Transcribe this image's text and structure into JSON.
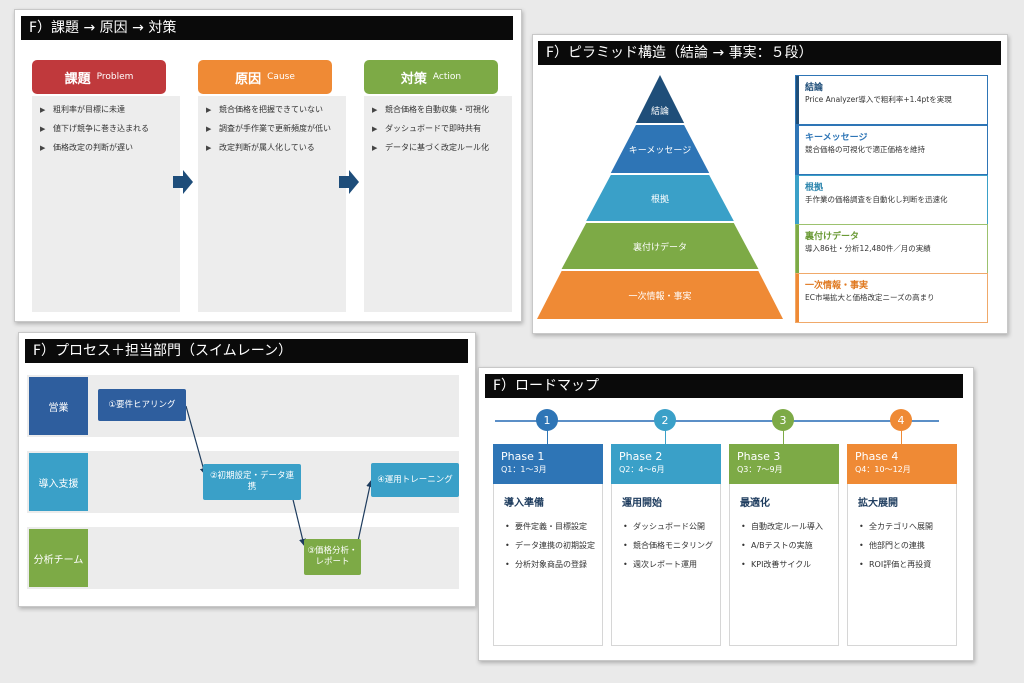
{
  "slide1": {
    "title": "F）課題 → 原因 → 対策",
    "columns": [
      {
        "title": "課題",
        "en": "Problem",
        "color": "#c0393c",
        "items": [
          "粗利率が目標に未達",
          "値下げ競争に巻き込まれる",
          "価格改定の判断が遅い"
        ]
      },
      {
        "title": "原因",
        "en": "Cause",
        "color": "#ef8a35",
        "items": [
          "競合価格を把握できていない",
          "調査が手作業で更新頻度が低い",
          "改定判断が属人化している"
        ]
      },
      {
        "title": "対策",
        "en": "Action",
        "color": "#7daa46",
        "items": [
          "競合価格を自動収集・可視化",
          "ダッシュボードで即時共有",
          "データに基づく改定ルール化"
        ]
      }
    ]
  },
  "slide2": {
    "title": "F）ピラミッド構造（結論 → 事実：５段）",
    "levels": [
      {
        "label": "結論",
        "color": "#1f4e79",
        "box_title": "結論",
        "box_text": "Price Analyzer導入で粗利率+1.4ptを実現"
      },
      {
        "label": "キーメッセージ",
        "color": "#2e75b6",
        "box_title": "キーメッセージ",
        "box_text": "競合価格の可視化で適正価格を維持"
      },
      {
        "label": "根拠",
        "color": "#3aa0c8",
        "box_title": "根拠",
        "box_text": "手作業の価格調査を自動化し判断を迅速化"
      },
      {
        "label": "裏付けデータ",
        "color": "#7daa46",
        "box_title": "裏付けデータ",
        "box_text": "導入86社・分析12,480件／月の実績"
      },
      {
        "label": "一次情報・事実",
        "color": "#ef8a35",
        "box_title": "一次情報・事実",
        "box_text": "EC市場拡大と価格改定ニーズの高まり"
      }
    ]
  },
  "slide3": {
    "title": "F）プロセス＋担当部門（スイムレーン）",
    "lanes": [
      {
        "label": "営業",
        "color": "#2e5e9e"
      },
      {
        "label": "導入支援",
        "color": "#3aa0c8"
      },
      {
        "label": "分析チーム",
        "color": "#7daa46"
      }
    ],
    "steps": [
      {
        "label": "①要件ヒアリング",
        "color": "#2e5e9e"
      },
      {
        "label": "②初期設定・データ連携",
        "color": "#3aa0c8"
      },
      {
        "label": "③価格分析・レポート",
        "color": "#7daa46"
      },
      {
        "label": "④運用トレーニング",
        "color": "#3aa0c8"
      }
    ]
  },
  "slide4": {
    "title": "F）ロードマップ",
    "phases": [
      {
        "num": "1",
        "name": "Phase 1",
        "period": "Q1：1〜3月",
        "color": "#2e75b6",
        "title": "導入準備",
        "items": [
          "要件定義・目標設定",
          "データ連携の初期設定",
          "分析対象商品の登録"
        ]
      },
      {
        "num": "2",
        "name": "Phase 2",
        "period": "Q2：4〜6月",
        "color": "#3aa0c8",
        "title": "運用開始",
        "items": [
          "ダッシュボード公開",
          "競合価格モニタリング",
          "週次レポート運用"
        ]
      },
      {
        "num": "3",
        "name": "Phase 3",
        "period": "Q3：7〜9月",
        "color": "#7daa46",
        "title": "最適化",
        "items": [
          "自動改定ルール導入",
          "A/Bテストの実施",
          "KPI改善サイクル"
        ]
      },
      {
        "num": "4",
        "name": "Phase 4",
        "period": "Q4：10〜12月",
        "color": "#ef8a35",
        "title": "拡大展開",
        "items": [
          "全カテゴリへ展開",
          "他部門との連携",
          "ROI評価と再投資"
        ]
      }
    ]
  }
}
